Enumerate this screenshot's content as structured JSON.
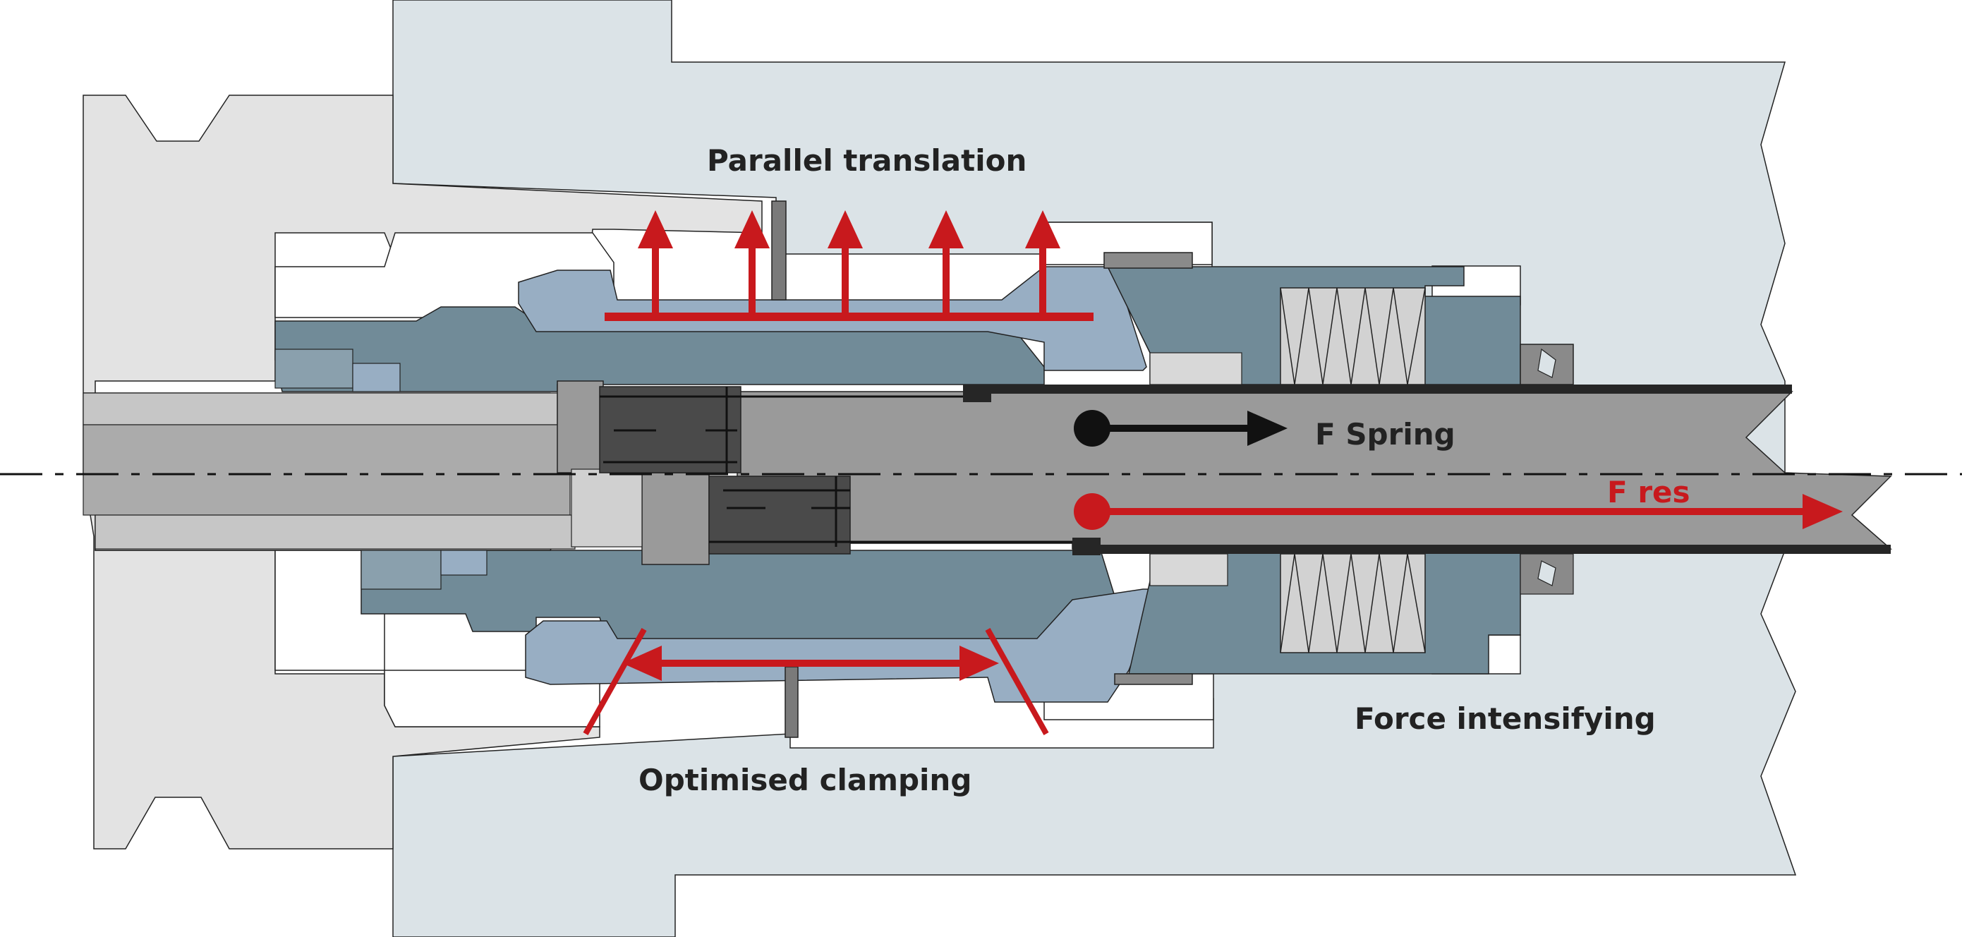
{
  "labels": {
    "parallel_translation": "Parallel translation",
    "f_spring": "F Spring",
    "f_res": "F res",
    "force_intensifying": "Force intensifying",
    "optimised_clamping": "Optimised clamping"
  },
  "colors": {
    "housing": "#dbe3e7",
    "holder": "#e3e3e3",
    "steel_blue": "#718b98",
    "light_blue": "#98aec3",
    "shaft": "#9a9a9a",
    "dark_steel": "#4a4a4a",
    "spring": "#d2d2d2",
    "arrow_red": "#c8191d",
    "arrow_black": "#111111",
    "outline": "#222222"
  }
}
